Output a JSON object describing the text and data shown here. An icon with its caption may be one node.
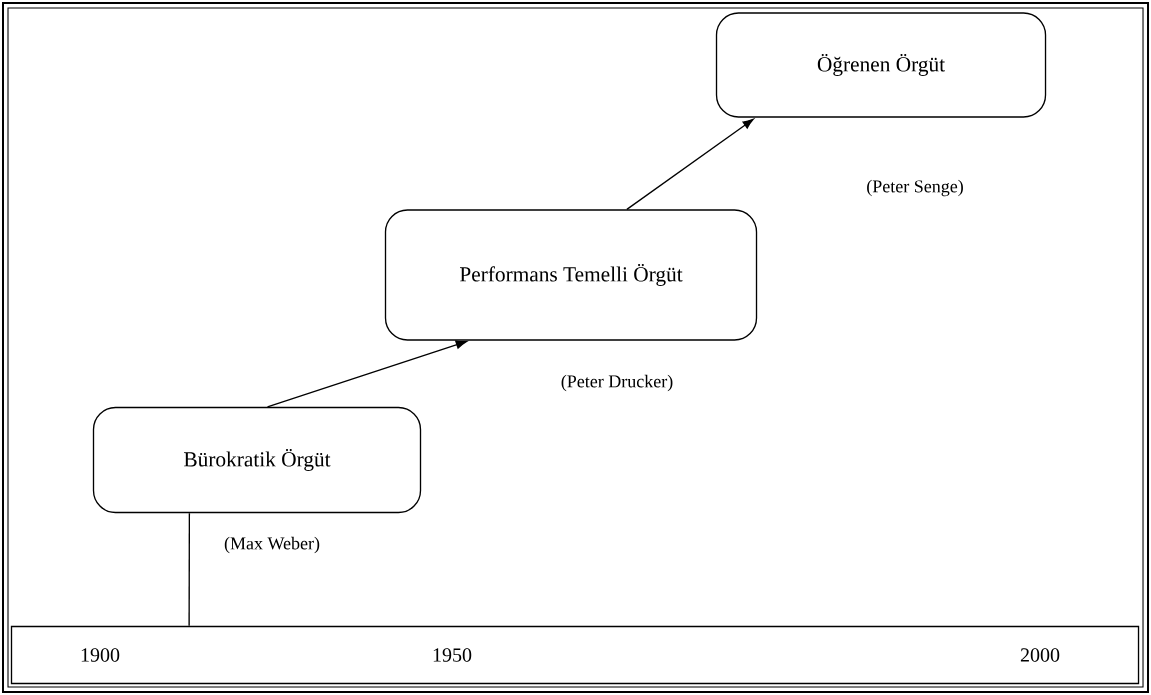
{
  "diagram": {
    "nodes": [
      {
        "text": [
          "Bürokratik Örgüt"
        ],
        "beside": [
          "(Max Weber)"
        ]
      },
      {
        "text": [
          "Performans Temelli Örgüt"
        ],
        "beside": [
          "(Peter Drucker)"
        ]
      },
      {
        "text": [
          "Öğrenen Örgüt"
        ],
        "beside": [
          "(Peter Senge)"
        ]
      },
      {
        "text": [
          "1900",
          "1950",
          "2000"
        ]
      }
    ],
    "edges": [
      {
        "from": 0,
        "to": 1,
        "arrow": "to"
      },
      {
        "from": 1,
        "to": 2,
        "arrow": "to"
      },
      {
        "from": 0,
        "to": 3,
        "arrow": "none"
      }
    ]
  }
}
